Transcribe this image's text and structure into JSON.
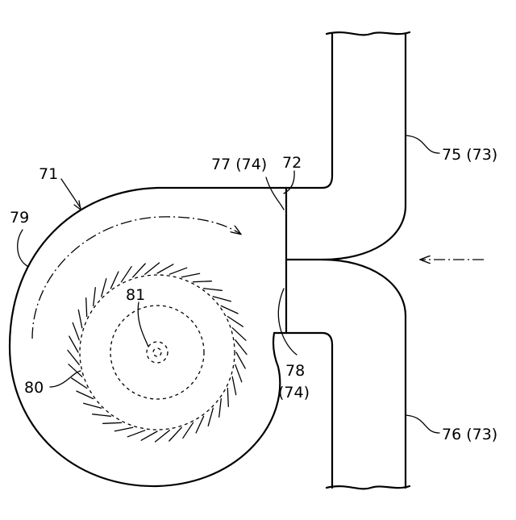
{
  "labels": {
    "casing": "71",
    "outlet": "72",
    "upper_duct": "75 (73)",
    "lower_duct": "76 (73)",
    "upper_partition": "77 (74)",
    "lower_partition_num": "78",
    "lower_partition_ref": "(74)",
    "scroll_wall": "79",
    "impeller": "80",
    "rotation_axis": "81"
  }
}
